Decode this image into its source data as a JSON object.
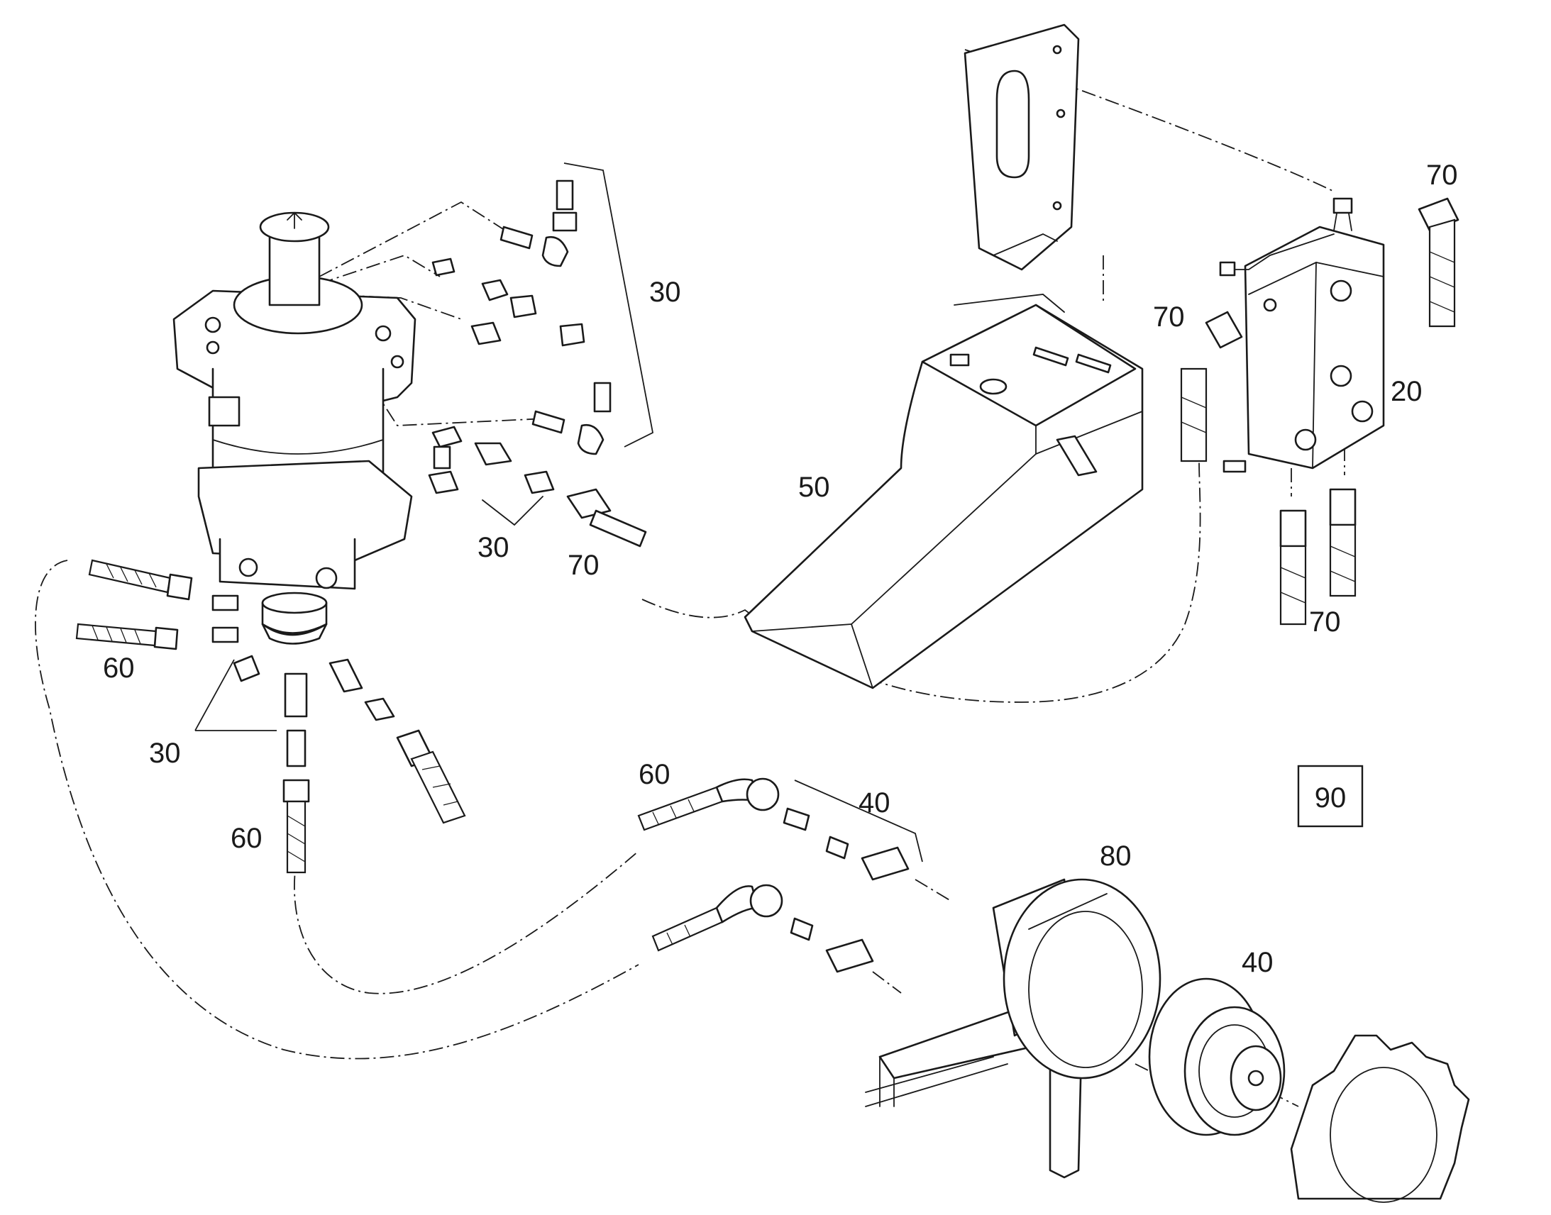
{
  "diagram": {
    "callouts": {
      "c30_top": "30",
      "c30_mid": "30",
      "c30_low": "30",
      "c70_top_right": "70",
      "c70_block_left": "70",
      "c70_bottom_right": "70",
      "c70_mid": "70",
      "c20": "20",
      "c50": "50",
      "c60_left": "60",
      "c60_bottom": "60",
      "c60_hose": "60",
      "c40_fittings": "40",
      "c40_gearbox": "40",
      "c80": "80"
    },
    "boxed_label": "90"
  }
}
